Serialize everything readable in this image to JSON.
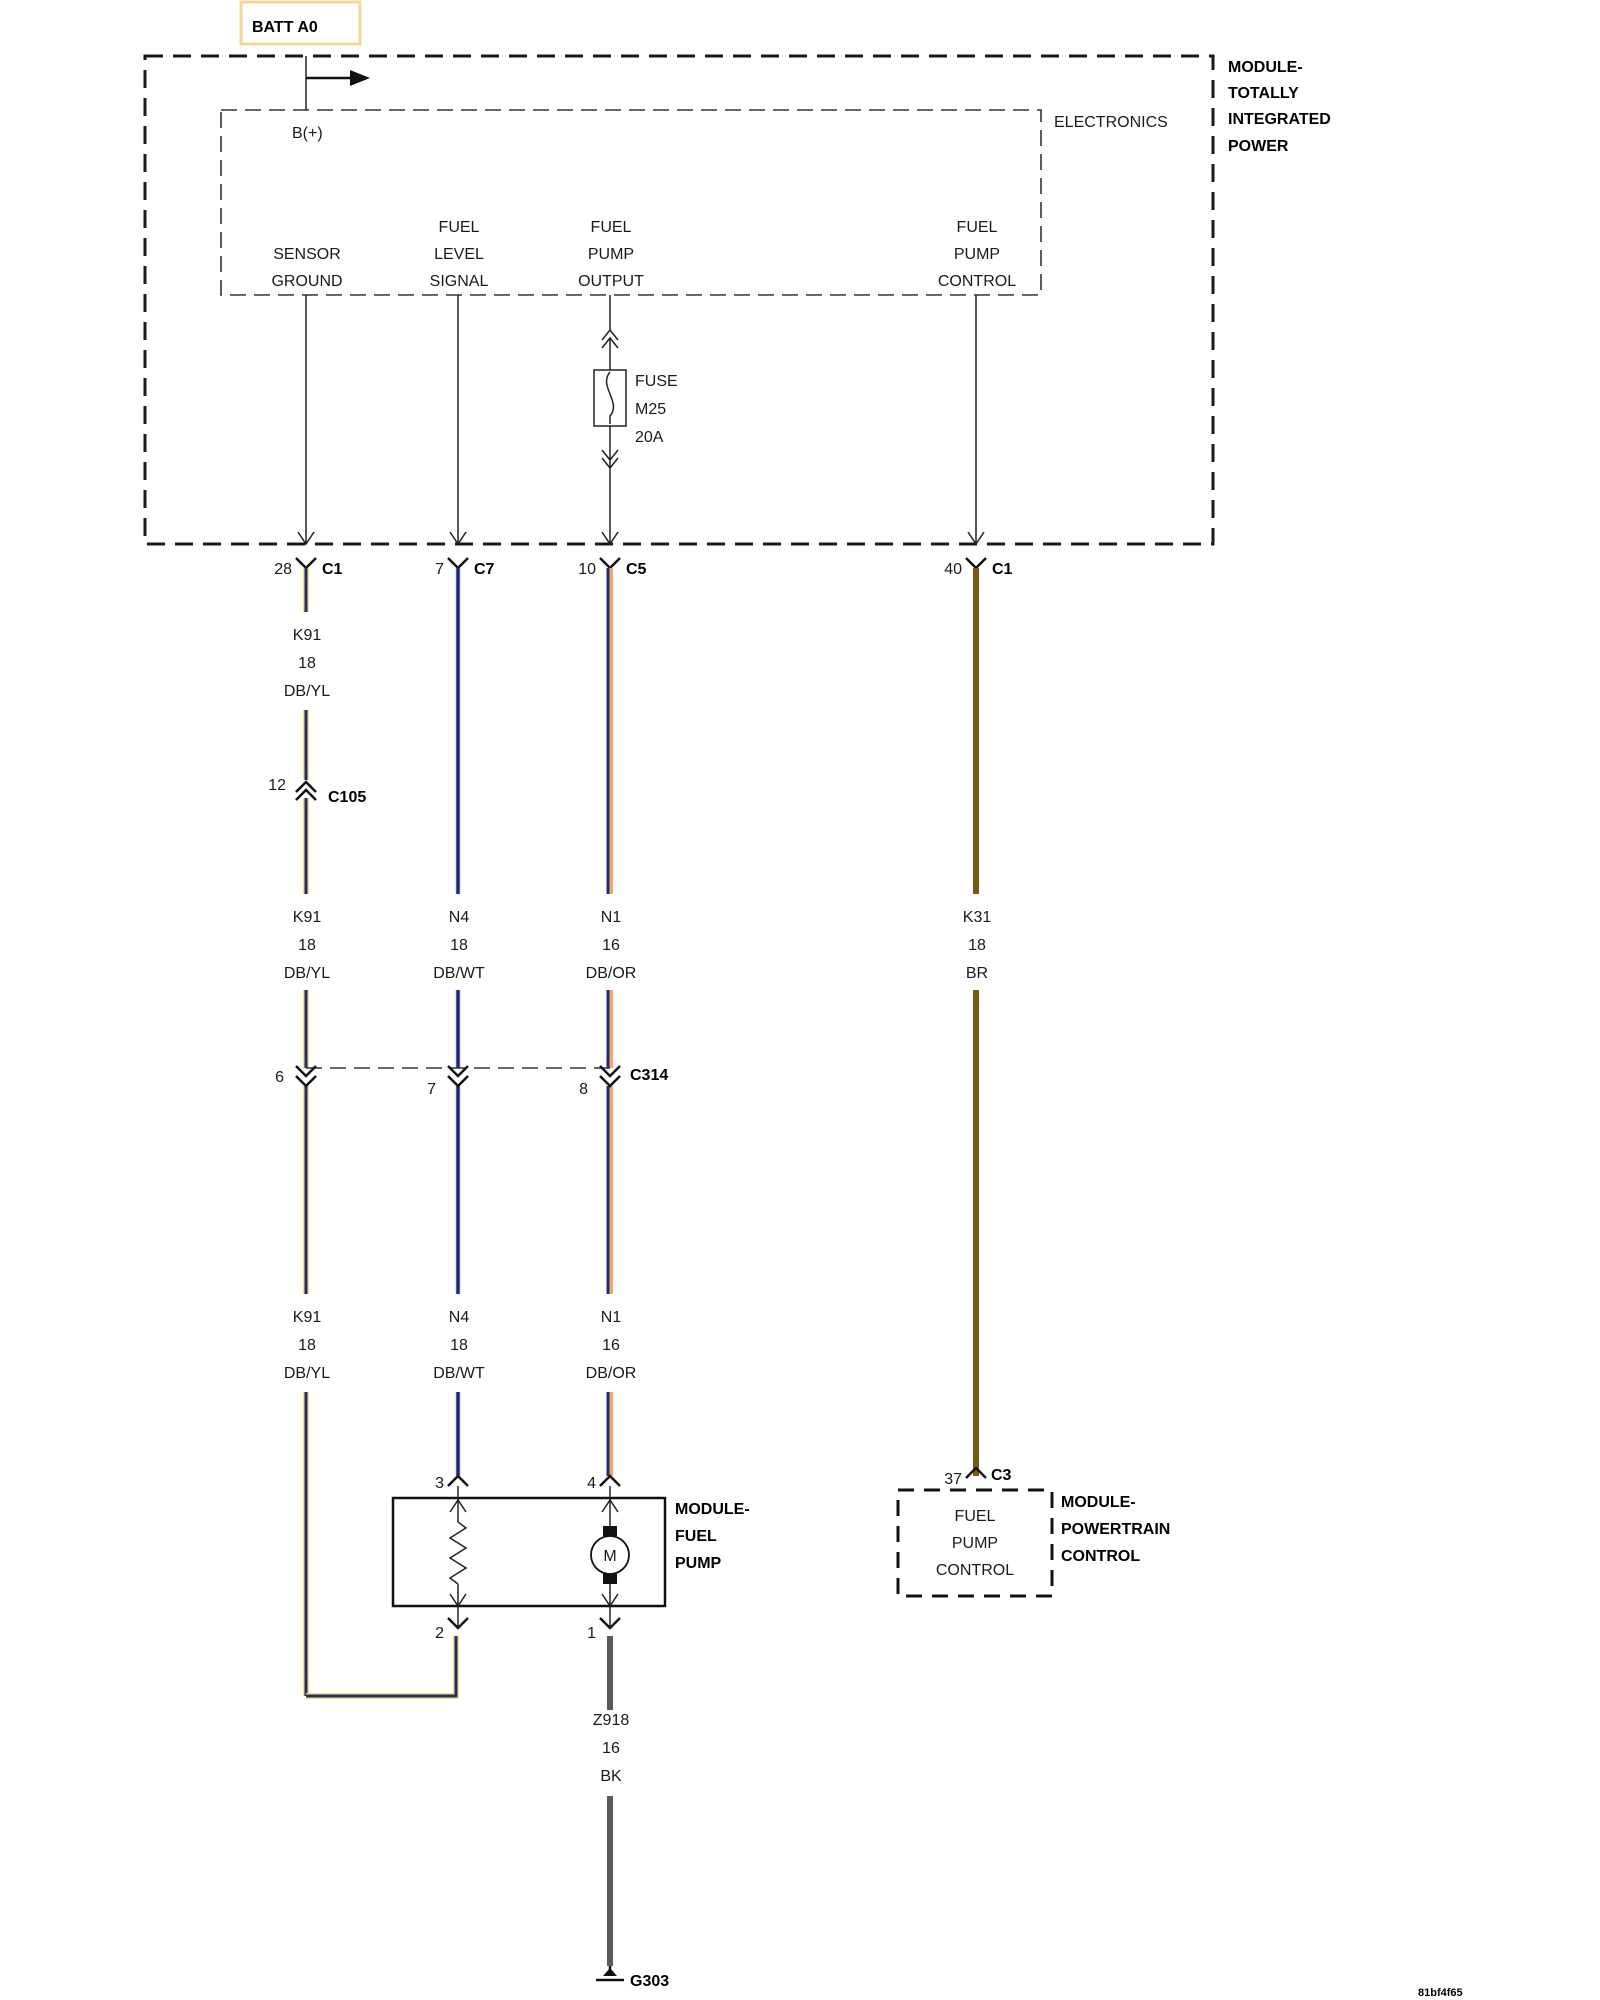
{
  "batt": {
    "label": "BATT A0",
    "color": "#f3d79a"
  },
  "tip_module": {
    "lines": [
      "MODULE-",
      "TOTALLY",
      "INTEGRATED",
      "POWER"
    ],
    "electronics": "ELECTRONICS",
    "bplus": "B(+)",
    "pins": {
      "sensor_ground": [
        "SENSOR",
        "GROUND"
      ],
      "fuel_level_signal": [
        "FUEL",
        "LEVEL",
        "SIGNAL"
      ],
      "fuel_pump_output": [
        "FUEL",
        "PUMP",
        "OUTPUT"
      ],
      "fuel_pump_control": [
        "FUEL",
        "PUMP",
        "CONTROL"
      ]
    },
    "fuse": [
      "FUSE",
      "M25",
      "20A"
    ]
  },
  "connectors": {
    "c1_a": {
      "pin": "28",
      "name": "C1"
    },
    "c7": {
      "pin": "7",
      "name": "C7"
    },
    "c5": {
      "pin": "10",
      "name": "C5"
    },
    "c1_b": {
      "pin": "40",
      "name": "C1"
    },
    "c105": {
      "pin": "12",
      "name": "C105"
    },
    "c314": {
      "name": "C314",
      "pins": [
        "6",
        "7",
        "8"
      ]
    },
    "c3": {
      "pin": "37",
      "name": "C3"
    },
    "pump_pins": [
      "3",
      "4",
      "2",
      "1"
    ]
  },
  "wires": {
    "k91_top": [
      "K91",
      "18",
      "DB/YL"
    ],
    "k91_mid": [
      "K91",
      "18",
      "DB/YL"
    ],
    "k91_low": [
      "K91",
      "18",
      "DB/YL"
    ],
    "n4_mid": [
      "N4",
      "18",
      "DB/WT"
    ],
    "n4_low": [
      "N4",
      "18",
      "DB/WT"
    ],
    "n1_mid": [
      "N1",
      "16",
      "DB/OR"
    ],
    "n1_low": [
      "N1",
      "16",
      "DB/OR"
    ],
    "k31": [
      "K31",
      "18",
      "BR"
    ],
    "z918": [
      "Z918",
      "16",
      "BK"
    ]
  },
  "fuel_pump_module": {
    "lines": [
      "MODULE-",
      "FUEL",
      "PUMP"
    ],
    "motor": "M"
  },
  "pcm": {
    "lines": [
      "MODULE-",
      "POWERTRAIN",
      "CONTROL"
    ],
    "box": [
      "FUEL",
      "PUMP",
      "CONTROL"
    ]
  },
  "ground": {
    "name": "G303"
  },
  "footer": {
    "code": "81bf4f65"
  },
  "wire_colors": {
    "DB": "#1f2a78",
    "YL": "#f2e36a",
    "WT": "#e8e8f0",
    "OR": "#f0a862",
    "BR": "#7a5a0c",
    "BK": "#5a5a5a"
  }
}
